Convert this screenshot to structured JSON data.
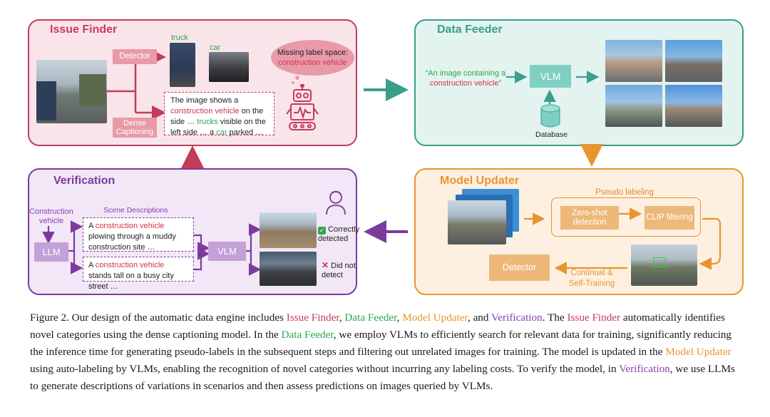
{
  "issue_finder": {
    "title": "Issue Finder",
    "detector": "Detector",
    "dense_captioning": "Dense Captioning",
    "label_truck": "truck",
    "label_car": "car",
    "bubble_line1": "Missing label space:",
    "bubble_line2": "construction vehicle",
    "caption_parts": [
      "The image shows a ",
      "construction vehicle",
      " on the side … ",
      "trucks",
      " visible on the left side … a ",
      "car",
      " parked …"
    ]
  },
  "data_feeder": {
    "title": "Data Feeder",
    "query_parts": [
      "“An image containing a ",
      "construction vehicle",
      "”"
    ],
    "vlm": "VLM",
    "database": "Database"
  },
  "model_updater": {
    "title": "Model Updater",
    "pseudo_labeling": "Pseudo labeling",
    "zero_shot": "Zero-shot detection",
    "clip": "CLIP filtering",
    "detector": "Detector",
    "continual": "Continual & Self-Training"
  },
  "verification": {
    "title": "Verification",
    "construction_vehicle": "Construction vehicle",
    "llm": "LLM",
    "scene_descriptions": "Scene Descriptions",
    "desc1_parts": [
      "A ",
      "construction vehicle",
      " plowing through a muddy construction site …"
    ],
    "desc2_parts": [
      "A ",
      "construction vehicle",
      " stands tall on a busy city street …"
    ],
    "vlm": "VLM",
    "correct": "Correctly detected",
    "incorrect": "Did not detect"
  },
  "caption": {
    "parts": [
      "Figure 2. Our design of the automatic data engine includes ",
      "Issue Finder",
      ", ",
      "Data Feeder",
      ", ",
      "Model Updater",
      ", and ",
      "Verification",
      ". The ",
      "Issue Finder",
      " automatically identifies novel categories using the dense captioning model. In the ",
      "Data Feeder",
      ", we employ VLMs to efficiently search for relevant data for training, significantly reducing the inference time for generating pseudo-labels in the subsequent steps and filtering out unrelated images for training. The model is updated in the ",
      "Model Updater",
      " using auto-labeling by VLMs, enabling the recognition of novel categories without incurring any labeling costs. To verify the model, in ",
      "Verification",
      ", we use LLMs to generate descriptions of variations in scenarios and then assess predictions on images queried by VLMs."
    ]
  },
  "colors": {
    "issue_finder": "#c43c5a",
    "data_feeder": "#3a9e8c",
    "model_updater": "#e8952f",
    "verification": "#7d3a9e"
  }
}
